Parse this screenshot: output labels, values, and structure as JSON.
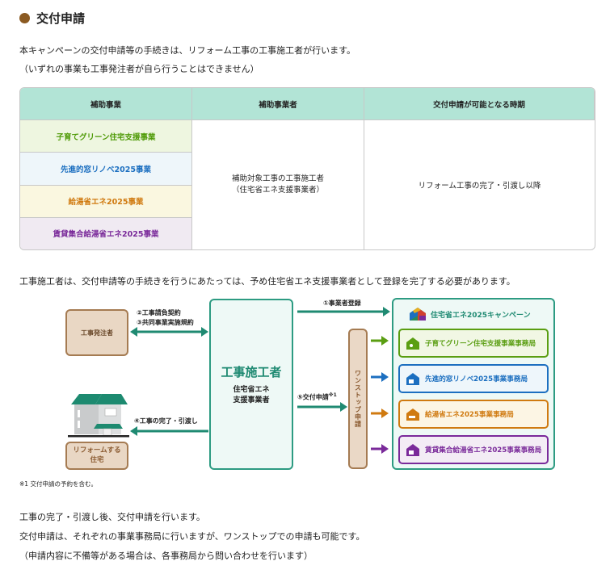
{
  "section": {
    "title": "交付申請",
    "bullet_color": "#8b5a22"
  },
  "intro": {
    "line1": "本キャンペーンの交付申請等の手続きは、リフォーム工事の工事施工者が行います。",
    "line2": "（いずれの事業も工事発注者が自ら行うことはできません）"
  },
  "table": {
    "headers": [
      "補助事業",
      "補助事業者",
      "交付申請が可能となる時期"
    ],
    "programs": [
      {
        "name": "子育てグリーン住宅支援事業",
        "color": "#4e9a06",
        "bg": "#eef6e0"
      },
      {
        "name": "先進的窓リノベ2025事業",
        "color": "#1c6fc0",
        "bg": "#eef6fa"
      },
      {
        "name": "給湯省エネ2025事業",
        "color": "#d07a10",
        "bg": "#faf7e0"
      },
      {
        "name": "賃貸集合給湯省エネ2025事業",
        "color": "#7a2a9a",
        "bg": "#f0eaf2"
      }
    ],
    "operator": "補助対象工事の工事施工者\n（住宅省エネ支援事業者）",
    "timing": "リフォーム工事の完了・引渡し以降"
  },
  "middle_text": "工事施工者は、交付申請等の手続きを行うにあたっては、予め住宅省エネ支援事業者として登録を完了する必要があります。",
  "diagram": {
    "client": "工事発注者",
    "house": "リフォームする\n住宅",
    "contractor_title": "工事施工者",
    "contractor_sub": "住宅省エネ\n支援事業者",
    "onestop": "ワンストップ申請",
    "arrows": {
      "contract": "②工事請負契約\n③共同事業実施規約",
      "handover": "④工事の完了・引渡し",
      "register": "①事業者登録",
      "apply": "⑤交付申請",
      "apply_sup": "※1"
    },
    "campaign": "住宅省エネ2025キャンペーン",
    "offices": [
      {
        "name": "子育てグリーン住宅支援事業事務局",
        "color": "#5a9e12",
        "bg": "#f1f7e4",
        "icon": "house-green-icon"
      },
      {
        "name": "先進的窓リノベ2025事業事務局",
        "color": "#1c6fc0",
        "bg": "#eef6fb",
        "icon": "house-window-icon"
      },
      {
        "name": "給湯省エネ2025事業事務局",
        "color": "#d07a10",
        "bg": "#fcf5e4",
        "icon": "house-water-heater-icon"
      },
      {
        "name": "賃貸集合給湯省エネ2025事業事務局",
        "color": "#7a2a9a",
        "bg": "#f3ecf5",
        "icon": "house-rental-icon"
      }
    ],
    "accent": "#1f8a72"
  },
  "footnote": "※1  交付申請の予約を含む。",
  "outro": {
    "line1": "工事の完了・引渡し後、交付申請を行います。",
    "line2": "交付申請は、それぞれの事業事務局に行いますが、ワンストップでの申請も可能です。",
    "line3": "（申請内容に不備等がある場合は、各事務局から問い合わせを行います）"
  }
}
